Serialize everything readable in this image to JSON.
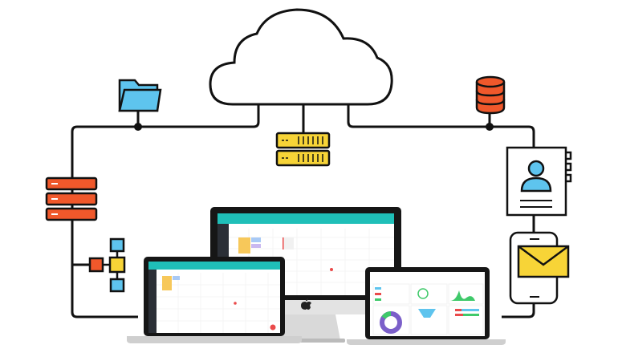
{
  "diagram": {
    "nodes": [
      {
        "id": "cloud",
        "icon": "cloud-icon"
      },
      {
        "id": "folder",
        "icon": "folder-icon"
      },
      {
        "id": "database",
        "icon": "database-icon"
      },
      {
        "id": "server-center",
        "icon": "server-icon"
      },
      {
        "id": "server-left",
        "icon": "server-stack-icon"
      },
      {
        "id": "hierarchy",
        "icon": "hierarchy-icon"
      },
      {
        "id": "profile-document",
        "icon": "user-document-icon"
      },
      {
        "id": "mobile-mail",
        "icon": "envelope-icon"
      },
      {
        "id": "desktop",
        "icon": "monitor-icon"
      },
      {
        "id": "laptop-left",
        "icon": "laptop-icon"
      },
      {
        "id": "laptop-right",
        "icon": "laptop-icon"
      }
    ]
  },
  "colors": {
    "line": "#111111",
    "blue": "#5ec4ee",
    "orange": "#f0582b",
    "yellow": "#f7d437",
    "teal": "#1fbfb8",
    "purple": "#7b5fc9",
    "green": "#3fc96a",
    "red": "#ea4a4a"
  }
}
